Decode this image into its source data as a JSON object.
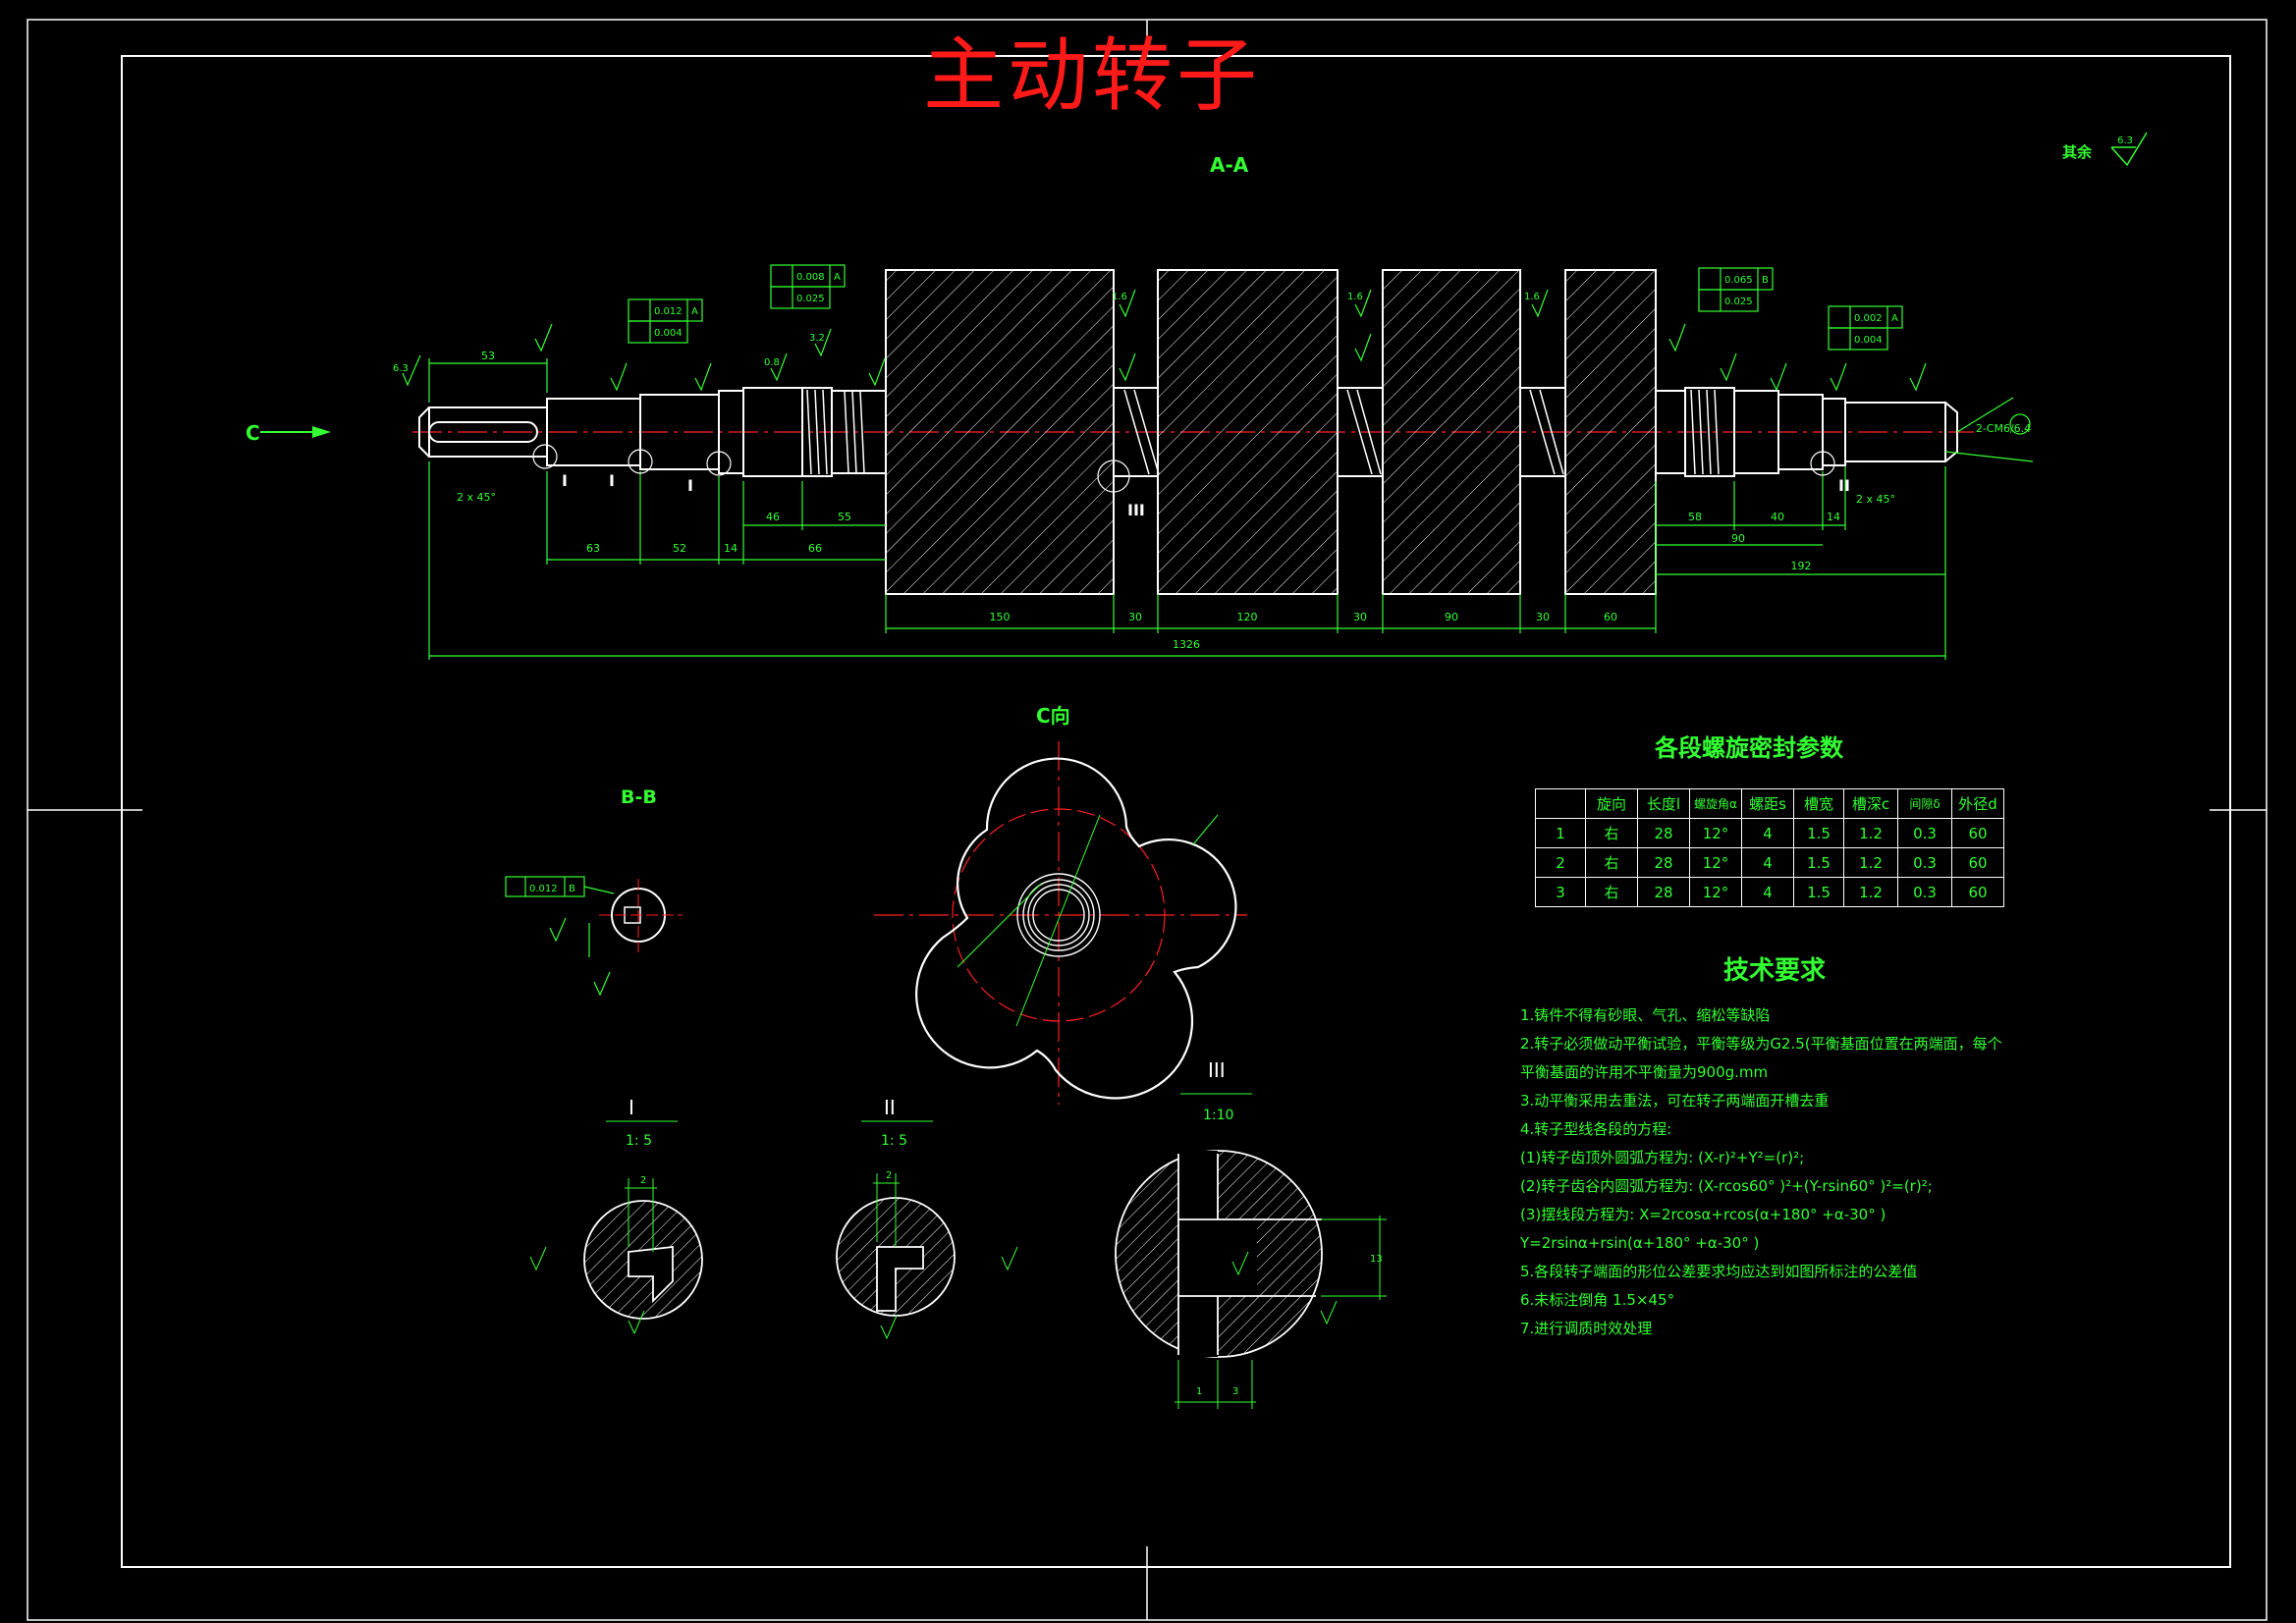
{
  "title": "主动转子",
  "views": {
    "aa": "A-A",
    "c_dir": "C向",
    "bb": "B-B",
    "detail1": "I",
    "detail1_scale": "1: 5",
    "detail2": "II",
    "detail2_scale": "1: 5",
    "detail3": "III",
    "detail3_scale": "1:10",
    "c_arrow": "C",
    "rest_note": "其余",
    "rest_rough": "6.3"
  },
  "dimensions": {
    "d53": "53",
    "d63": "63",
    "d52": "52",
    "d14a": "14",
    "d46": "46",
    "d55": "55",
    "d66": "66",
    "d150": "150",
    "d30a": "30",
    "d120": "120",
    "d30b": "30",
    "d90": "90",
    "d30c": "30",
    "d60": "60",
    "d58": "58",
    "d40": "40",
    "d14b": "14",
    "d90b": "90",
    "d192": "192",
    "total": "1326",
    "chamfer_left": "2 x 45°",
    "chamfer_right": "2 x 45°",
    "rough_16": "1.6",
    "rough_32": "3.2",
    "rough_63": "6.3",
    "rough_08": "0.8",
    "tol_left_1": "0.012",
    "tol_left_2": "0.004",
    "tol_mid_1": "0.008",
    "tol_mid_2": "0.025",
    "tol_right_1": "0.002",
    "tol_right_2": "0.004",
    "tol_top_right_1": "0.065",
    "tol_top_right_2": "0.025",
    "tol_bb": "0.012",
    "datum_a": "A",
    "datum_b": "B",
    "thread": "2-CM6/6.4",
    "d1": "1",
    "d2": "2",
    "d3": "3",
    "d13": "13"
  },
  "seal_table": {
    "title": "各段螺旋密封参数",
    "headers": [
      "",
      "旋向",
      "长度l",
      "螺旋角α",
      "螺距s",
      "槽宽",
      "槽深c",
      "间隙δ",
      "外径d"
    ],
    "rows": [
      [
        "1",
        "右",
        "28",
        "12°",
        "4",
        "1.5",
        "1.2",
        "0.3",
        "60"
      ],
      [
        "2",
        "右",
        "28",
        "12°",
        "4",
        "1.5",
        "1.2",
        "0.3",
        "60"
      ],
      [
        "3",
        "右",
        "28",
        "12°",
        "4",
        "1.5",
        "1.2",
        "0.3",
        "60"
      ]
    ]
  },
  "tech": {
    "title": "技术要求",
    "lines": [
      "1.铸件不得有砂眼、气孔、缩松等缺陷",
      "2.转子必须做动平衡试验，平衡等级为G2.5(平衡基面位置在两端面，每个",
      "   平衡基面的许用不平衡量为900g.mm",
      "3.动平衡采用去重法，可在转子两端面开槽去重",
      "4.转子型线各段的方程:",
      "  (1)转子齿顶外圆弧方程为: (X-r)²+Y²=(r)²;",
      "   (2)转子齿谷内圆弧方程为: (X-rcos60° )²+(Y-rsin60° )²=(r)²;",
      "   (3)摆线段方程为: X=2rcosα+rcos(α+180° +α-30° )",
      "Y=2rsinα+rsin(α+180° +α-30° )",
      "5.各段转子端面的形位公差要求均应达到如图所标注的公差值",
      "6.未标注倒角 1.5×45°",
      "7.进行调质时效处理"
    ]
  },
  "colors": {
    "line": "#33ff33",
    "outline": "#ffffff",
    "center": "#ff2020",
    "title": "#ff1a1a",
    "background": "#000000"
  }
}
